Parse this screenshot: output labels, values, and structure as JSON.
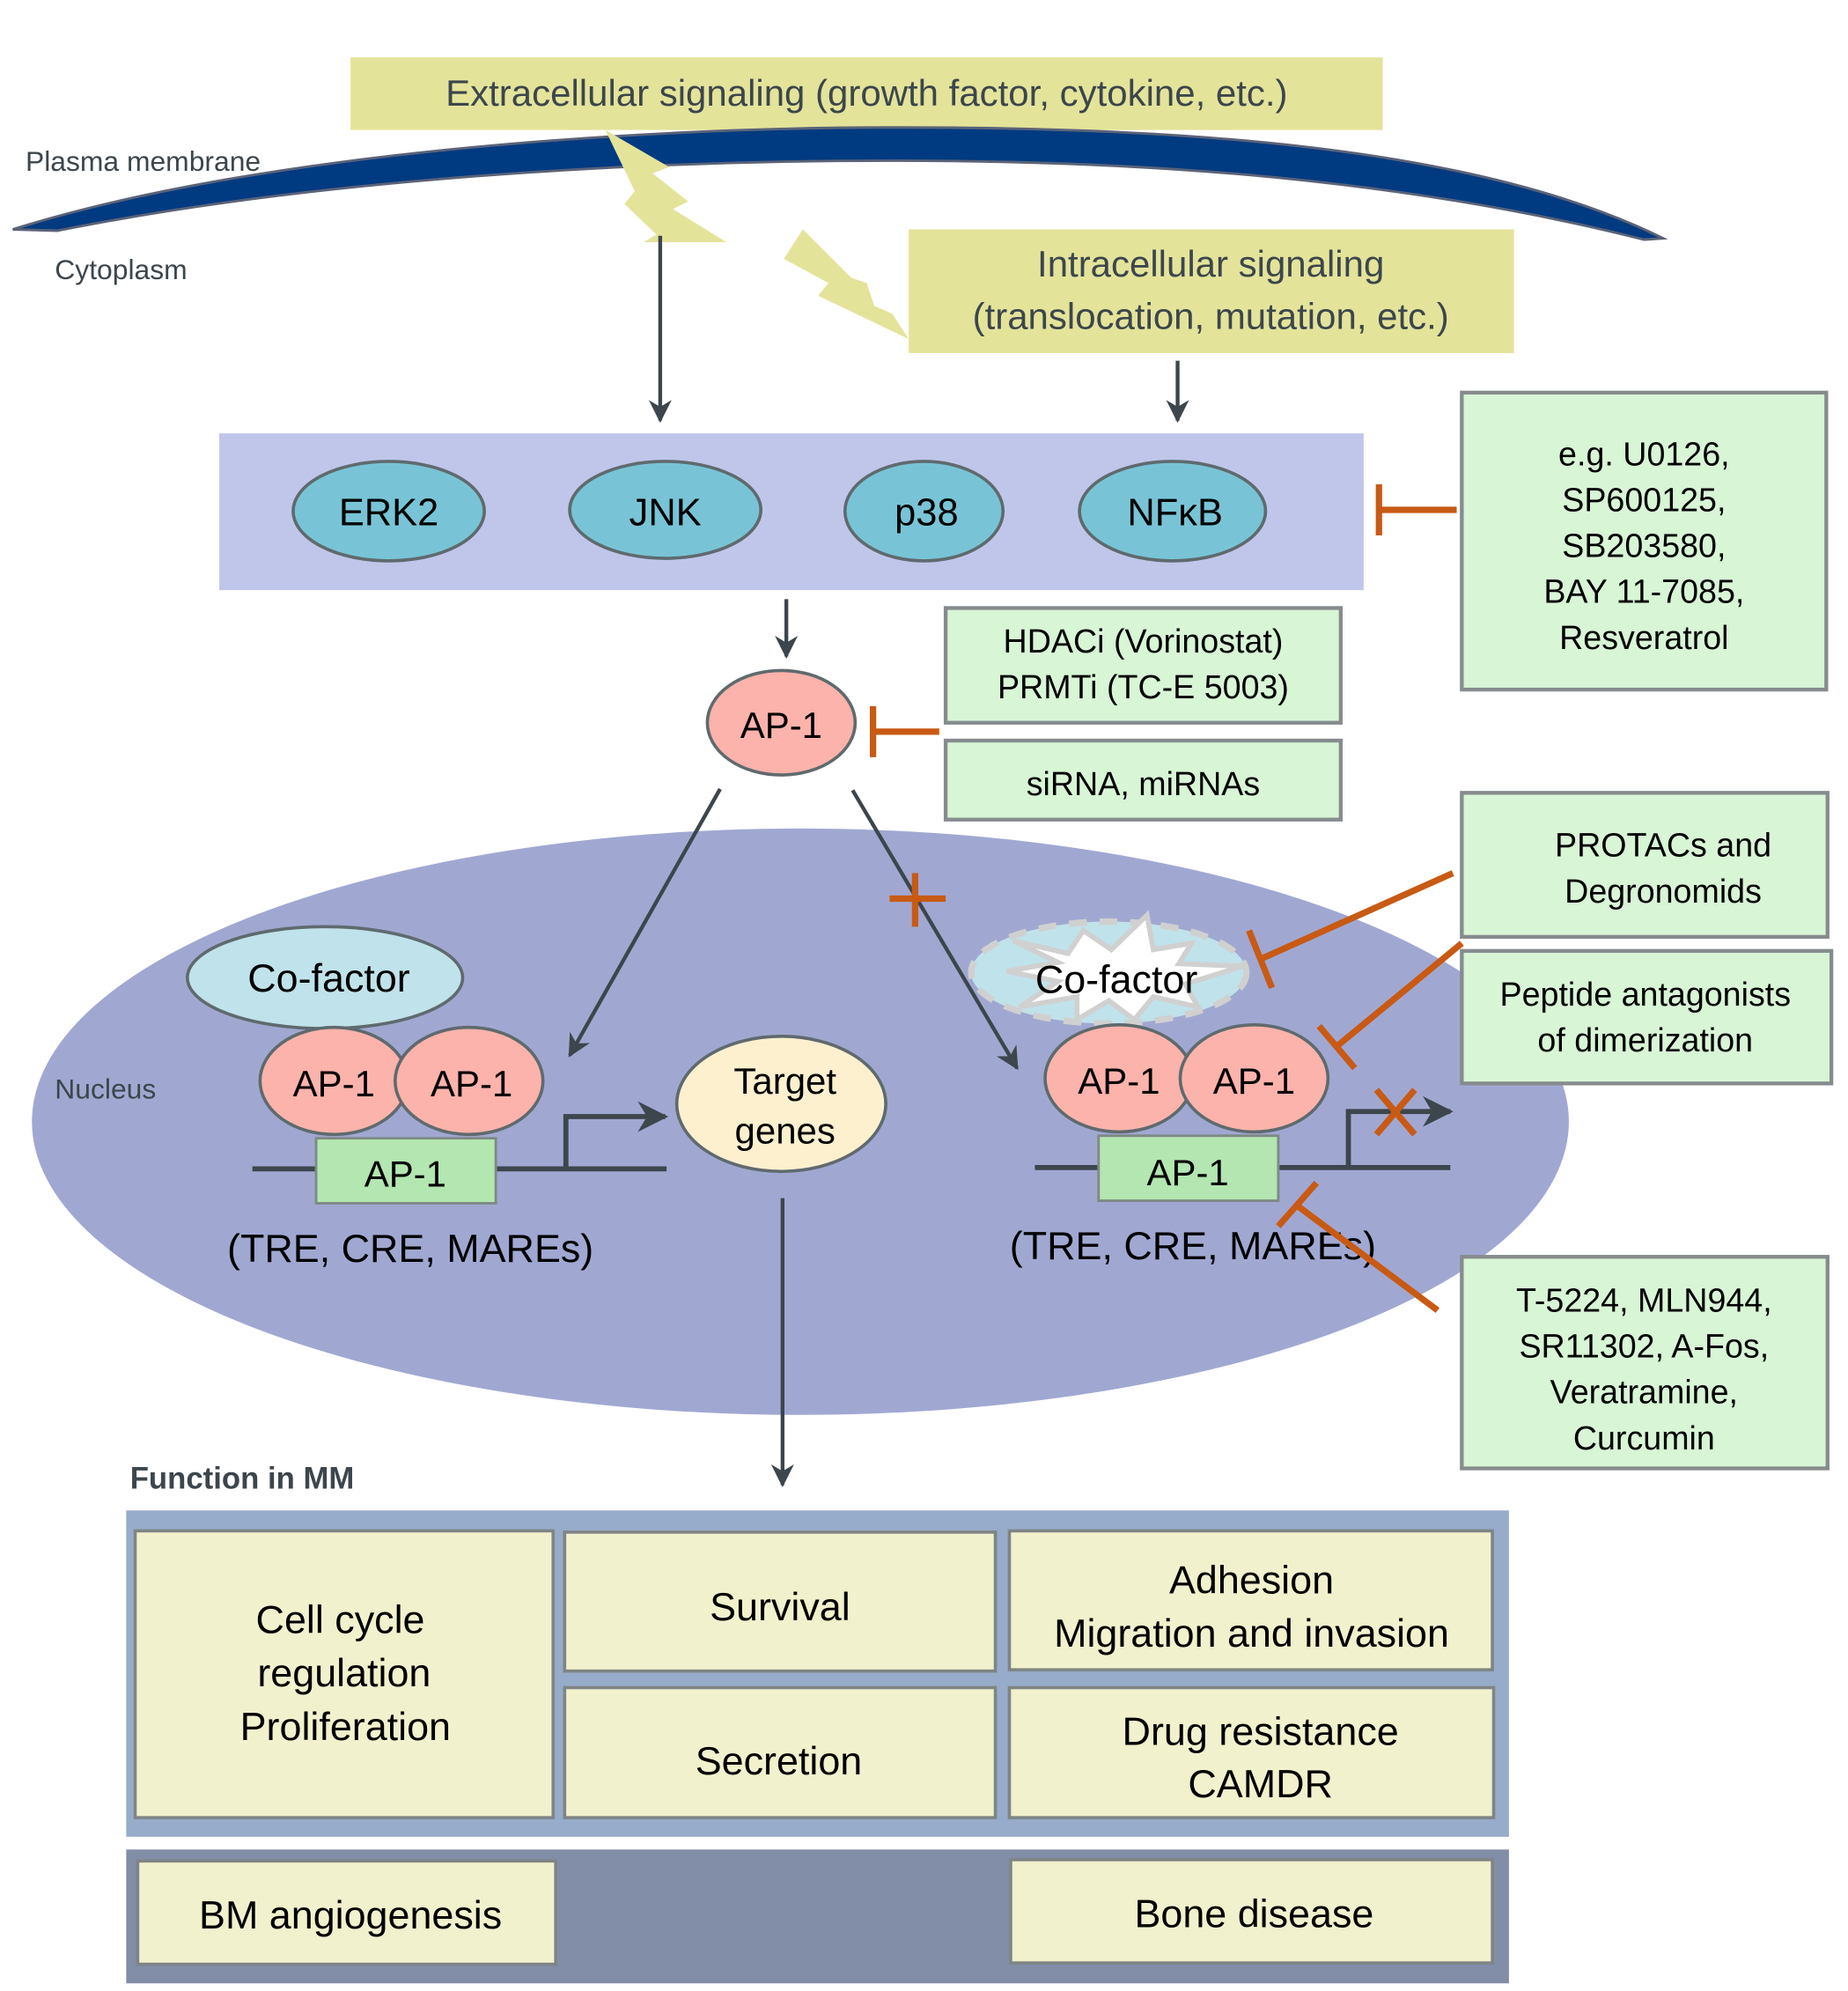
{
  "colors": {
    "signal_box": "#e4e39a",
    "membrane": "#003a80",
    "kinase_panel": "#c0c6ea",
    "kinase_node": "#78c4d6",
    "ap1_node": "#fbb3ab",
    "cofactor": "#c0e2ea",
    "target_genes": "#fdf0cf",
    "inhibitor_box": "#d8f5d6",
    "dna_site": "#b3e6b0",
    "nucleus": "#a0a8d2",
    "inhibit_line": "#c85a14",
    "arrow": "#3c464c",
    "function_panel": "#97acca",
    "function_panel_lower": "#828ea8",
    "function_cell": "#f2f1cd"
  },
  "signals": {
    "extracellular": "Extracellular signaling (growth factor, cytokine, etc.)",
    "intracellular_line1": "Intracellular signaling",
    "intracellular_line2": "(translocation, mutation, etc.)"
  },
  "compartments": {
    "plasma_membrane": "Plasma membrane",
    "cytoplasm": "Cytoplasm",
    "nucleus": "Nucleus"
  },
  "kinases": [
    "ERK2",
    "JNK",
    "p38",
    "NFκB"
  ],
  "ap1": {
    "label": "AP-1",
    "cofactor": "Co-factor",
    "site_label": "AP-1",
    "elements": "(TRE, CRE, MAREs)",
    "target_genes_line1": "Target",
    "target_genes_line2": "genes"
  },
  "inhibitors": {
    "kinase_inhibitors": [
      "e.g. U0126,",
      "SP600125,",
      "SB203580,",
      "BAY 11-7085,",
      "Resveratrol"
    ],
    "epigenetic": [
      "HDACi (Vorinostat)",
      "PRMTi (TC-E 5003)"
    ],
    "rna": [
      "siRNA, miRNAs"
    ],
    "degraders": [
      "PROTACs and",
      "Degronomids"
    ],
    "peptides": [
      "Peptide antagonists",
      "of dimerization"
    ],
    "dna_binding": [
      "T-5224, MLN944,",
      "SR11302, A-Fos,",
      "Veratramine,",
      "Curcumin"
    ]
  },
  "functions": {
    "title": "Function in MM",
    "cells": {
      "cell_cycle": [
        "Cell cycle",
        "regulation",
        "Proliferation"
      ],
      "survival": [
        "Survival"
      ],
      "adhesion": [
        "Adhesion",
        "Migration and invasion"
      ],
      "secretion": [
        "Secretion"
      ],
      "drug_resistance": [
        "Drug resistance",
        "CAMDR"
      ],
      "angiogenesis": [
        "BM angiogenesis"
      ],
      "bone": [
        "Bone disease"
      ]
    }
  }
}
